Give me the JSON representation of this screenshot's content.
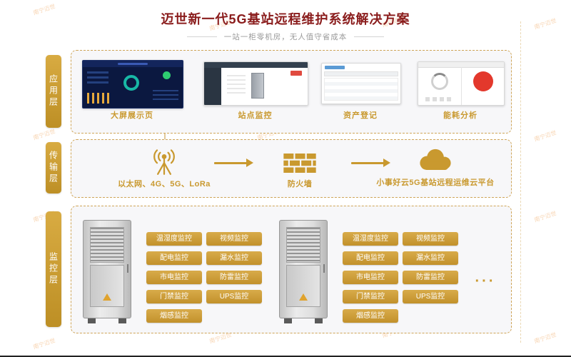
{
  "watermark": {
    "text": "南宁迈世"
  },
  "header": {
    "title": "迈世新一代5G基站远程维护系统解决方案",
    "subtitle": "一站一柜零机房，无人值守省成本"
  },
  "application": {
    "tab": "应用层",
    "items": [
      {
        "label": "大屏展示页"
      },
      {
        "label": "站点监控"
      },
      {
        "label": "资产登记"
      },
      {
        "label": "能耗分析"
      }
    ]
  },
  "transmission": {
    "tab": "传输层",
    "network": {
      "label": "以太网、4G、5G、LoRa",
      "icon": "antenna-icon"
    },
    "firewall": {
      "label": "防火墙",
      "icon": "firewall-icon"
    },
    "cloud": {
      "label": "小事好云5G基站远程运维云平台",
      "icon": "cloud-icon"
    }
  },
  "monitoring": {
    "tab": "监控层",
    "buttons": [
      "温湿度监控",
      "视频监控",
      "配电监控",
      "漏水监控",
      "市电监控",
      "防雷监控",
      "门禁监控",
      "UPS监控",
      "烟感监控"
    ],
    "more": "···"
  },
  "colors": {
    "gold": "#c9992f",
    "title_red": "#8a1c1c",
    "layer_bg": "#f7f7f9",
    "dashed_border": "#cfa558"
  }
}
